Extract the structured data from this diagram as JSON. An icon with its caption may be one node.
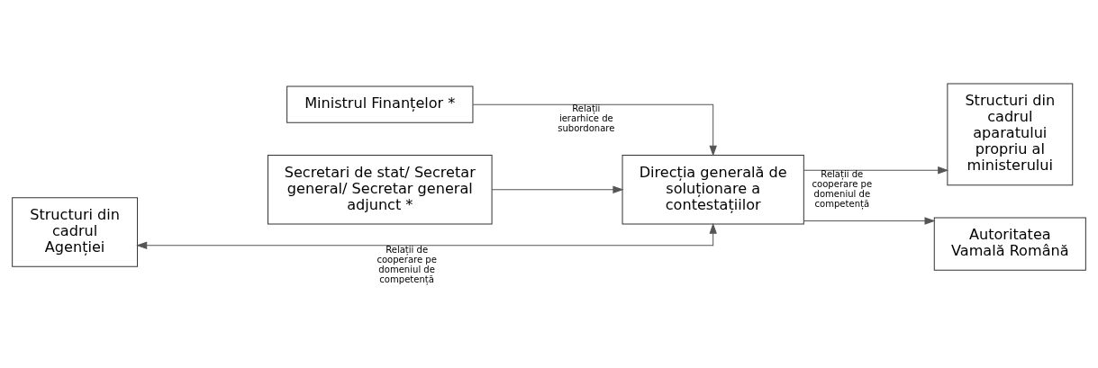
{
  "diagram": {
    "nodes": [
      {
        "text": [
          "Ministrul Finanțelor *"
        ]
      },
      {
        "text": [
          "Secretari de stat/ Secretar general/ Secretar general adjunct *"
        ]
      },
      {
        "text": [
          "Structuri din cadrul aparatului propriu al ministerului"
        ]
      },
      {
        "text": [
          "Structuri din cadrul Agenției"
        ]
      },
      {
        "text": [
          "Direcția generală de soluționare a contestațiilor"
        ]
      },
      {
        "text": [
          "Autoritatea Vamală Română"
        ]
      }
    ],
    "edges": [
      {
        "from": 0,
        "to": 4,
        "arrow": "to",
        "label": "Relații ierarhice de subordonare"
      },
      {
        "from": 1,
        "to": 4,
        "arrow": "to"
      },
      {
        "from": 3,
        "to": 4,
        "arrow": "both",
        "label": "Relații de cooperare pe domeniul de competență"
      },
      {
        "from": 4,
        "to": 2,
        "arrow": "to",
        "label": "Relații de cooperare pe domeniul de competență"
      },
      {
        "from": 4,
        "to": 5,
        "arrow": "to"
      }
    ]
  }
}
